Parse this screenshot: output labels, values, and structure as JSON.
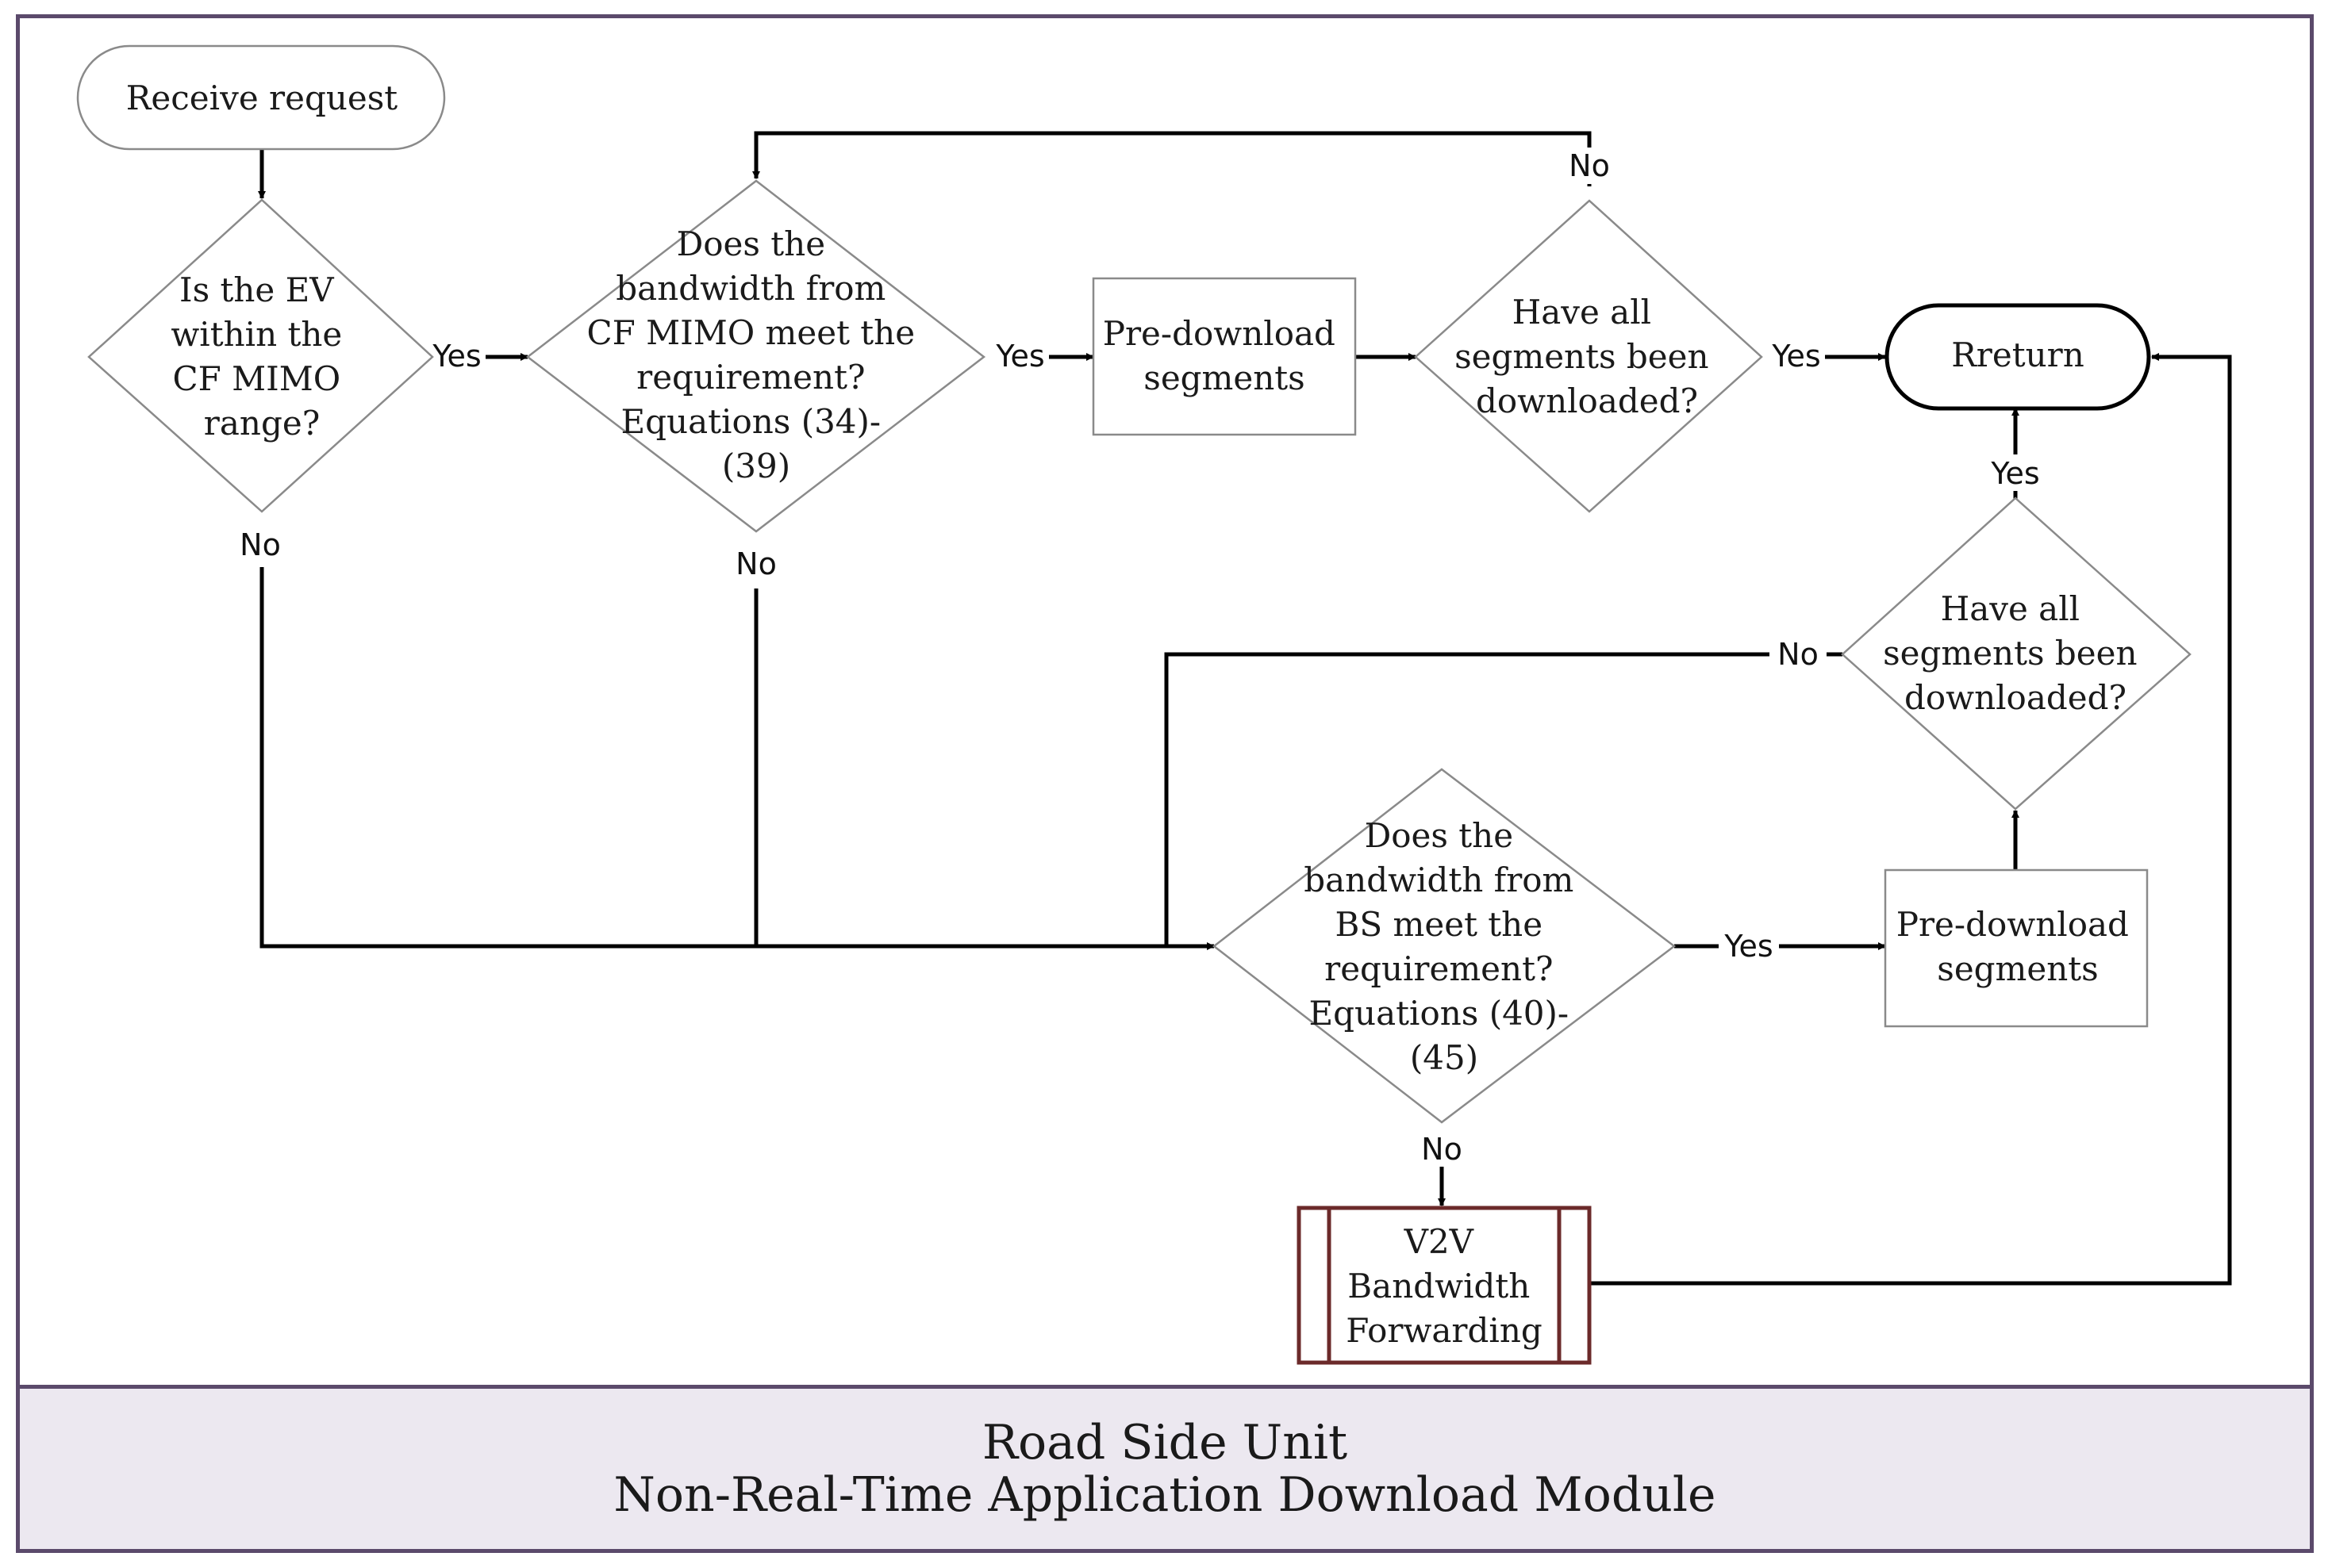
{
  "nodes": {
    "receive_request": "Receive  request",
    "is_ev_in_range": [
      "Is the EV",
      "within the",
      "CF MIMO",
      "range?"
    ],
    "cf_mimo_bandwidth": [
      "Does the",
      "bandwidth from",
      "CF MIMO meet the",
      "requirement?",
      "Equations (34)-",
      "(39)"
    ],
    "predownload_1": [
      "Pre-download",
      "segments"
    ],
    "all_downloaded_1": [
      "Have all",
      "segments been",
      "downloaded?"
    ],
    "return": "Rreturn",
    "all_downloaded_2": [
      "Have all",
      "segments been",
      "downloaded?"
    ],
    "bs_bandwidth": [
      "Does the",
      "bandwidth from",
      "BS meet the",
      "requirement?",
      "Equations (40)-",
      "(45)"
    ],
    "predownload_2": [
      "Pre-download",
      "segments"
    ],
    "v2v": [
      "V2V",
      "Bandwidth",
      "Forwarding"
    ]
  },
  "edge_labels": {
    "yes": "Yes",
    "no": "No"
  },
  "footer": {
    "line1": "Road Side Unit",
    "line2": "Non-Real-Time Application Download Module"
  },
  "colors": {
    "frame": "#5b4a6b",
    "footer_bg": "#ece8f0",
    "v2v_border": "#6b2a2a",
    "shape_stroke": "#8a8a8a"
  }
}
